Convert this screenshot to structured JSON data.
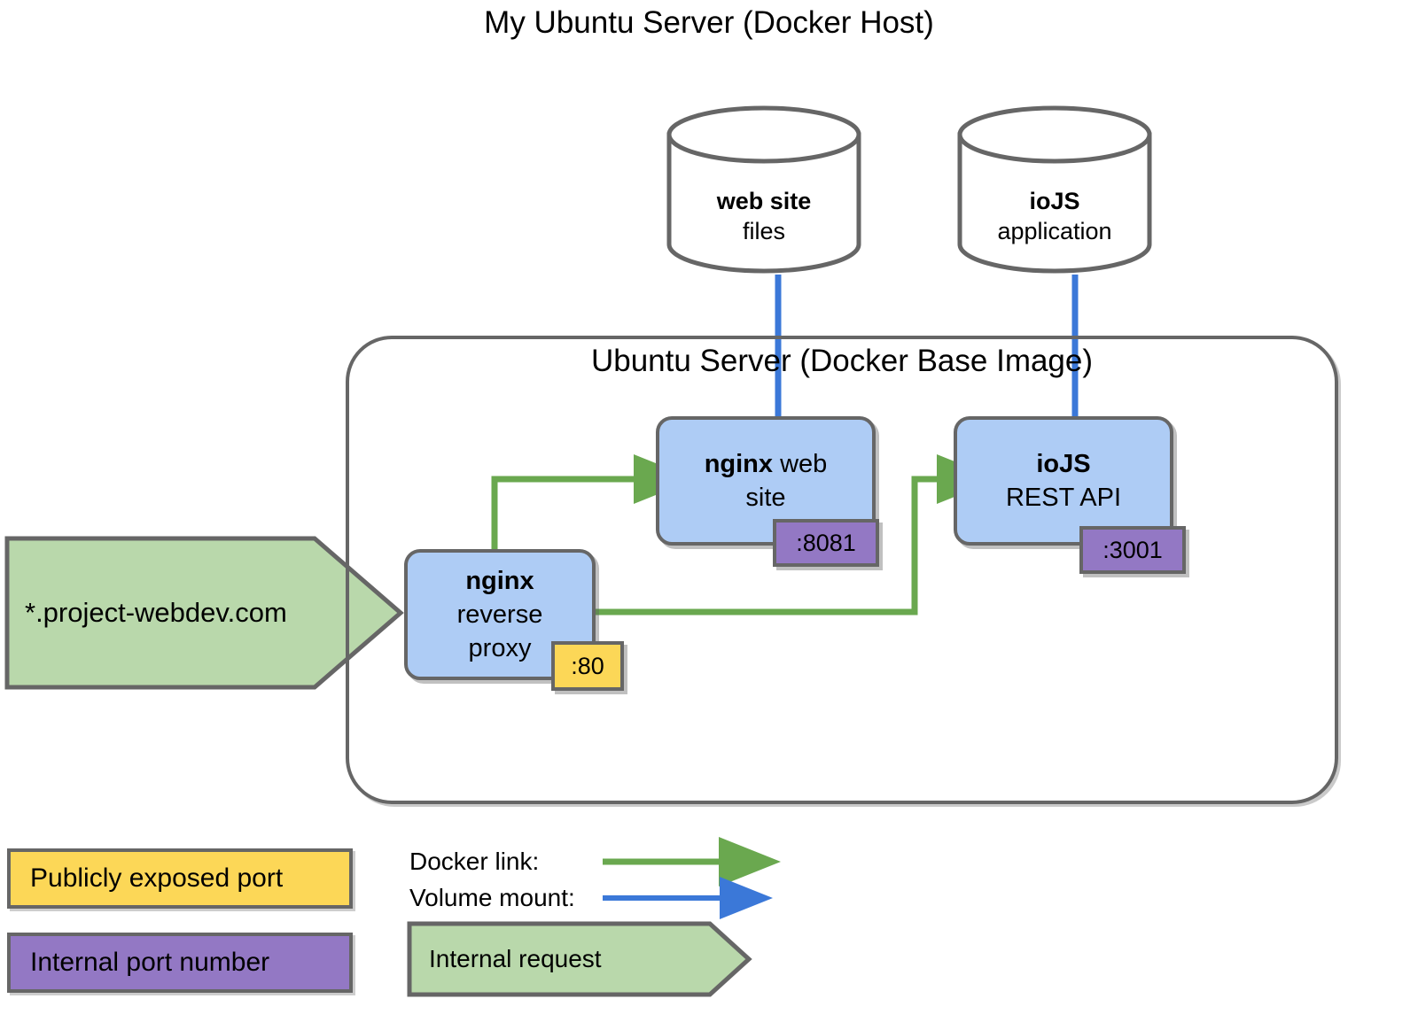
{
  "diagram": {
    "host_title": "My Ubuntu Server (Docker Host)",
    "base_image_title": "Ubuntu Server (Docker Base Image)",
    "volumes": [
      {
        "name": "web-site-files-volume",
        "line1": "web site",
        "line2": "files"
      },
      {
        "name": "iojs-application-volume",
        "line1": "ioJS",
        "line2": "application"
      }
    ],
    "services": [
      {
        "name": "nginx-web-site-container",
        "line1": "nginx",
        "line1_rest": " web",
        "line2": "site",
        "port": ":8081",
        "port_type": "internal"
      },
      {
        "name": "iojs-rest-api-container",
        "line1": "ioJS",
        "line1_rest": "",
        "line2": "REST API",
        "port": ":3001",
        "port_type": "internal"
      },
      {
        "name": "nginx-reverse-proxy-container",
        "line1": "nginx",
        "line1_rest": "",
        "line2": "reverse",
        "line3": "proxy",
        "port": ":80",
        "port_type": "public"
      }
    ],
    "external_request": {
      "label": "*.project-webdev.com"
    },
    "legend": {
      "public_port": "Publicly exposed port",
      "internal_port": "Internal port number",
      "docker_link": "Docker link:",
      "volume_mount": "Volume mount:",
      "internal_request": "Internal request"
    },
    "colors": {
      "service_fill": "#aeccf5",
      "internal_port_fill": "#9378c4",
      "public_port_fill": "#fcd757",
      "request_fill": "#b9d8ab",
      "docker_link_arrow": "#6aa84f",
      "volume_mount_arrow": "#3b78d8",
      "stroke": "#666666"
    }
  }
}
